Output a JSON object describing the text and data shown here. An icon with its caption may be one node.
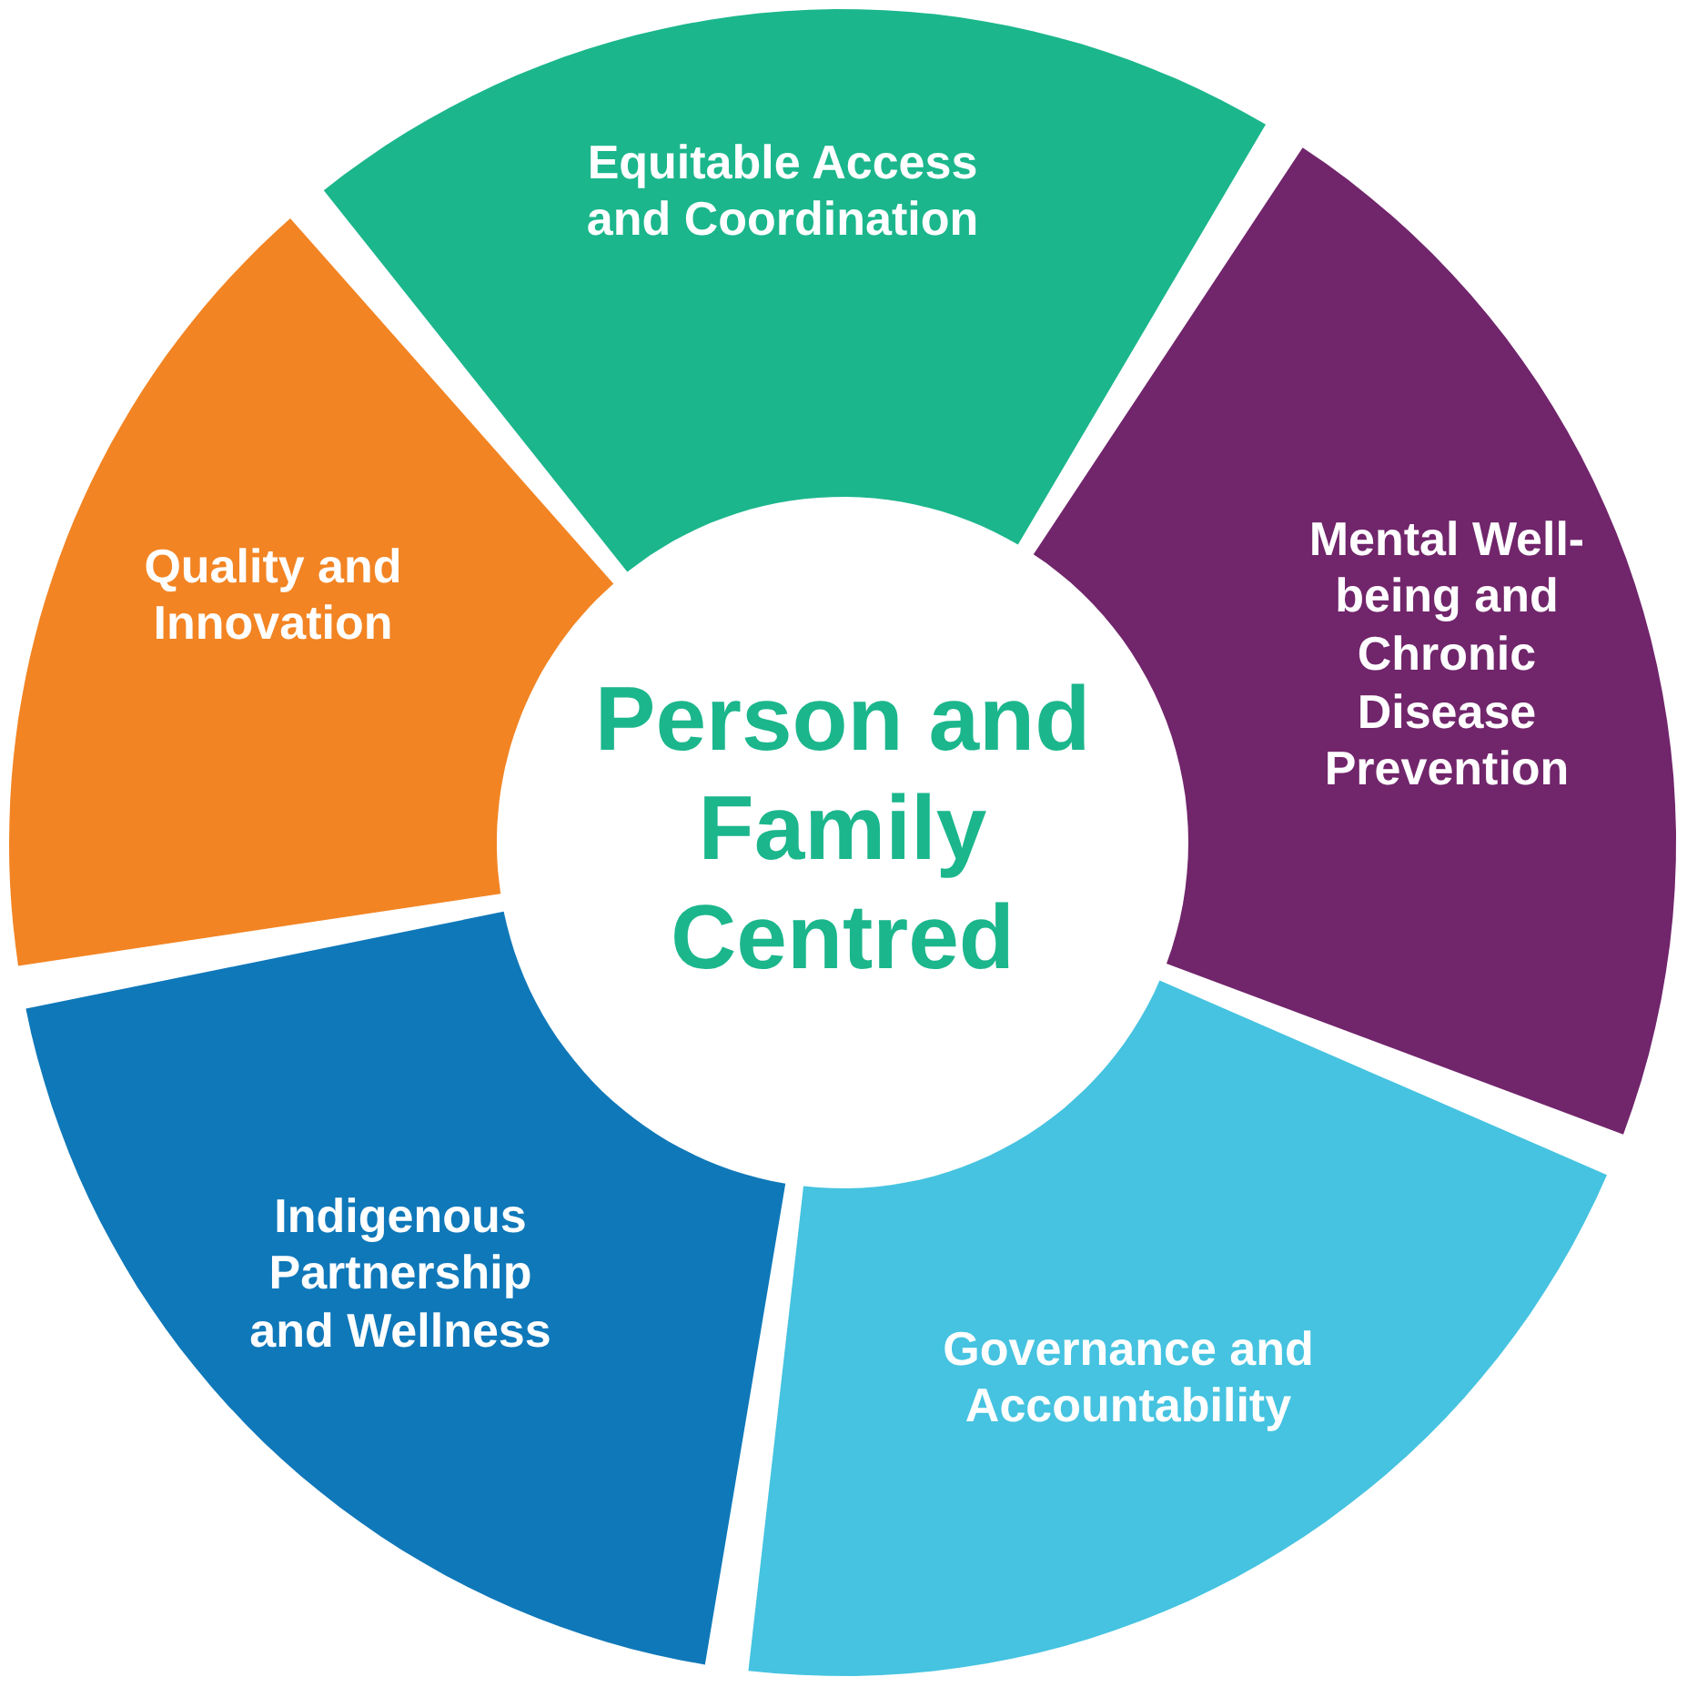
{
  "diagram": {
    "nodes": [
      {
        "text": [
          "Equitable Access and Coordination"
        ]
      },
      {
        "text": [
          "Mental Well-being and Chronic Disease Prevention"
        ]
      },
      {
        "text": [
          "Governance and Accountability"
        ]
      },
      {
        "text": [
          "Indigenous Partnership and Wellness"
        ]
      },
      {
        "text": [
          "Quality and Innovation"
        ]
      }
    ],
    "labels": [
      "Person and Family Centred"
    ]
  }
}
